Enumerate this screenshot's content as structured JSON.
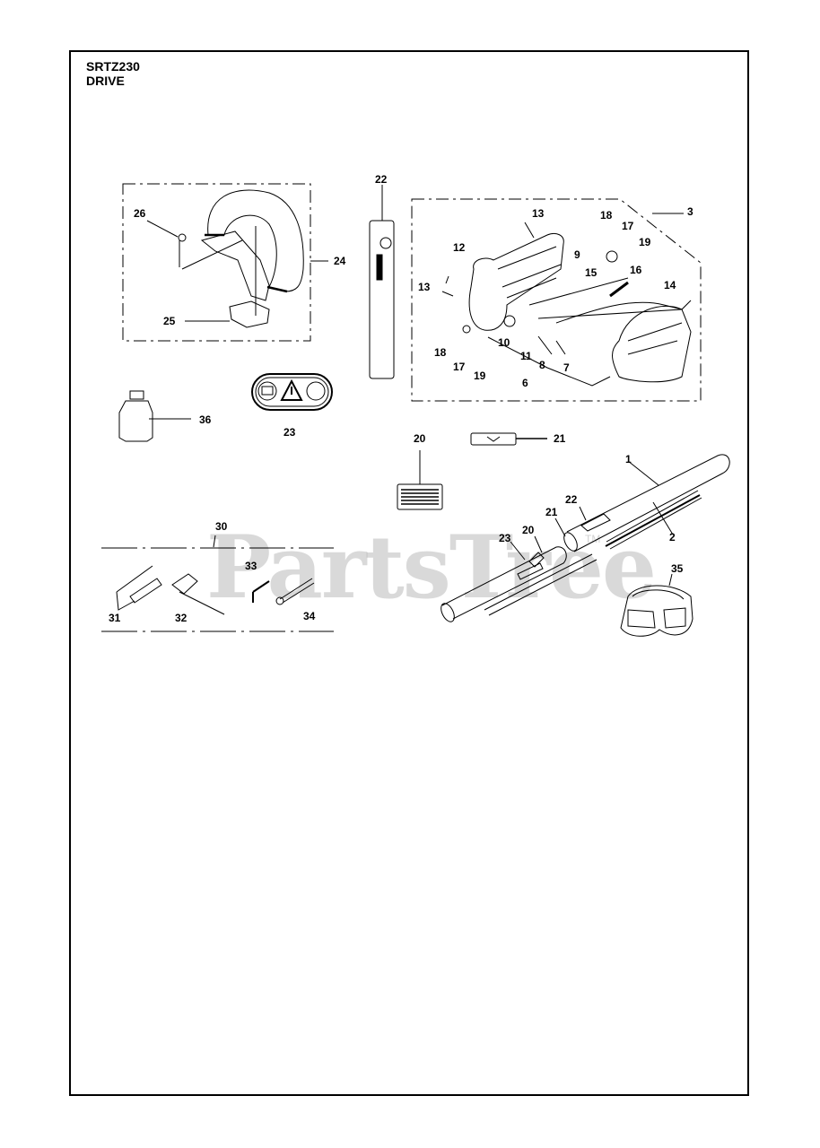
{
  "header": {
    "model": "SRTZ230",
    "section": "DRIVE"
  },
  "watermark": {
    "text": "PartsTree",
    "trademark": "TM"
  },
  "labels": {
    "l26": "26",
    "l24": "24",
    "l25": "25",
    "l22a": "22",
    "l3": "3",
    "l13a": "13",
    "l13b": "13",
    "l12": "12",
    "l9": "9",
    "l15": "15",
    "l16": "16",
    "l14": "14",
    "l18a": "18",
    "l17a": "17",
    "l19a": "19",
    "l10": "10",
    "l11": "11",
    "l8": "8",
    "l7": "7",
    "l6": "6",
    "l18b": "18",
    "l17b": "17",
    "l19b": "19",
    "l36": "36",
    "l23a": "23",
    "l20a": "20",
    "l21a": "21",
    "l1": "1",
    "l2": "2",
    "l22b": "22",
    "l21b": "21",
    "l20b": "20",
    "l23b": "23",
    "l35": "35",
    "l30": "30",
    "l31": "31",
    "l32": "32",
    "l33": "33",
    "l34": "34"
  }
}
